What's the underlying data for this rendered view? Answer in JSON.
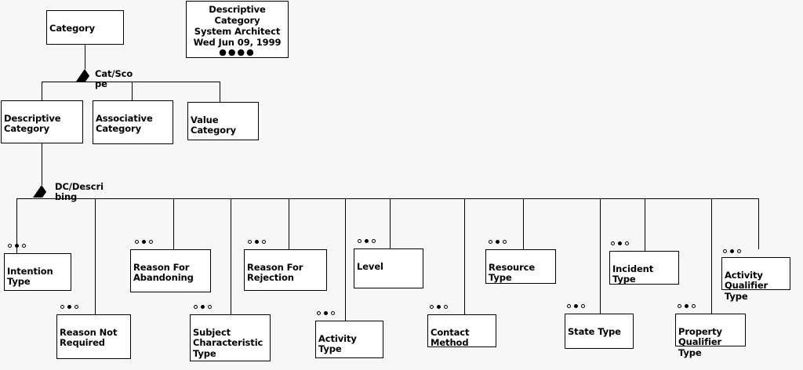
{
  "diagram": {
    "type": "uml-class-generalization-hierarchy",
    "background": "#f7f7f7",
    "line_color": "#000000",
    "box_fill": "#fefefe"
  },
  "title_block": {
    "name": "Descriptive Category",
    "line1": "Descriptive",
    "line2": "Category",
    "tool": "System Architect",
    "date": "Wed Jun 09, 1999",
    "dots": "●●●●",
    "dot_count": 4
  },
  "root": {
    "label": "Category"
  },
  "relations": [
    {
      "name": "Cat/Scope",
      "line1": "Cat/Sco",
      "line2": "pe",
      "parent": "Category",
      "kind": "generalization"
    },
    {
      "name": "DC/Describing",
      "line1": "DC/Descri",
      "line2": "bing",
      "parent": "Descriptive Category",
      "kind": "generalization"
    }
  ],
  "level2": [
    {
      "label": "Descriptive\nCategory",
      "name": "descriptive-category"
    },
    {
      "label": "Associative\nCategory",
      "name": "associative-category"
    },
    {
      "label": "Value\nCategory",
      "name": "value-category"
    }
  ],
  "level3": [
    {
      "label": "Intention\nType",
      "name": "intention-type",
      "dots": [
        "hollow",
        "filled",
        "hollow"
      ]
    },
    {
      "label": "Reason Not\nRequired",
      "name": "reason-not-required",
      "dots": [
        "hollow",
        "filled",
        "hollow"
      ]
    },
    {
      "label": "Reason For\nAbandoning",
      "name": "reason-for-abandoning",
      "dots": [
        "hollow",
        "filled",
        "hollow"
      ]
    },
    {
      "label": "Subject\nCharacteristic\nType",
      "name": "subject-characteristic-type",
      "dots": [
        "hollow",
        "filled",
        "hollow"
      ]
    },
    {
      "label": "Reason For\nRejection",
      "name": "reason-for-rejection",
      "dots": [
        "hollow",
        "filled",
        "hollow"
      ]
    },
    {
      "label": "Activity Type",
      "name": "activity-type",
      "dots": [
        "hollow",
        "filled",
        "hollow"
      ]
    },
    {
      "label": "Level",
      "name": "level",
      "dots": [
        "hollow",
        "filled",
        "hollow"
      ]
    },
    {
      "label": "Contact\nMethod",
      "name": "contact-method",
      "dots": [
        "hollow",
        "filled",
        "hollow"
      ]
    },
    {
      "label": "Resource\nType",
      "name": "resource-type",
      "dots": [
        "hollow",
        "filled",
        "hollow"
      ]
    },
    {
      "label": "State Type",
      "name": "state-type",
      "dots": [
        "hollow",
        "filled",
        "hollow"
      ]
    },
    {
      "label": "Incident\nType",
      "name": "incident-type",
      "dots": [
        "hollow",
        "filled",
        "hollow"
      ]
    },
    {
      "label": "Property\nQualifier\nType",
      "name": "property-qualifier-type",
      "dots": [
        "hollow",
        "filled",
        "hollow"
      ]
    },
    {
      "label": "Activity\nQualifier\nType",
      "name": "activity-qualifier-type",
      "dots": [
        "hollow",
        "filled",
        "hollow"
      ]
    }
  ]
}
